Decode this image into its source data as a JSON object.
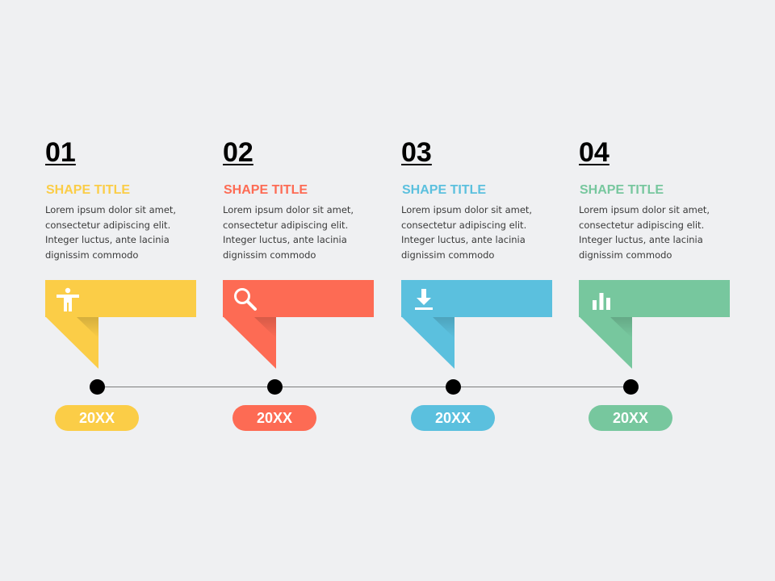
{
  "steps": [
    {
      "number": "01",
      "title": "SHAPE TITLE",
      "body": "Lorem ipsum dolor sit amet, consectetur adipiscing elit. Integer luctus, ante lacinia dignissim commodo",
      "year": "20XX",
      "color": "#fbcd47",
      "shade": "#d9a91e",
      "icon": "accessibility-icon"
    },
    {
      "number": "02",
      "title": "SHAPE TITLE",
      "body": "Lorem ipsum dolor sit amet, consectetur adipiscing elit. Integer luctus, ante lacinia dignissim commodo",
      "year": "20XX",
      "color": "#fd6b54",
      "shade": "#d94a35",
      "icon": "search-icon"
    },
    {
      "number": "03",
      "title": "SHAPE TITLE",
      "body": "Lorem ipsum dolor sit amet, consectetur adipiscing elit. Integer luctus, ante lacinia dignissim commodo",
      "year": "20XX",
      "color": "#5bc0de",
      "shade": "#3a9dbc",
      "icon": "download-icon"
    },
    {
      "number": "04",
      "title": "SHAPE TITLE",
      "body": "Lorem ipsum dolor sit amet, consectetur adipiscing elit. Integer luctus, ante lacinia dignissim commodo",
      "year": "20XX",
      "color": "#77c79e",
      "shade": "#52a67b",
      "icon": "bar-chart-icon"
    }
  ]
}
